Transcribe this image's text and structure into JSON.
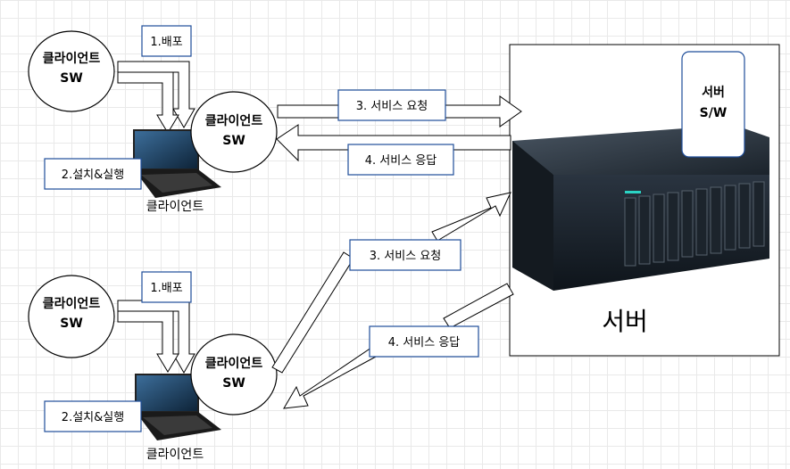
{
  "client_sw": {
    "line1": "클라이언트",
    "line2": "SW"
  },
  "client_label": "클라이언트",
  "server_label": "서버",
  "server_sw": {
    "line1": "서버",
    "line2": "S/W"
  },
  "steps": {
    "deploy": "1.배포",
    "install": "2.설치&실행",
    "request": "3. 서비스 요청",
    "response": "4. 서비스 응답"
  }
}
